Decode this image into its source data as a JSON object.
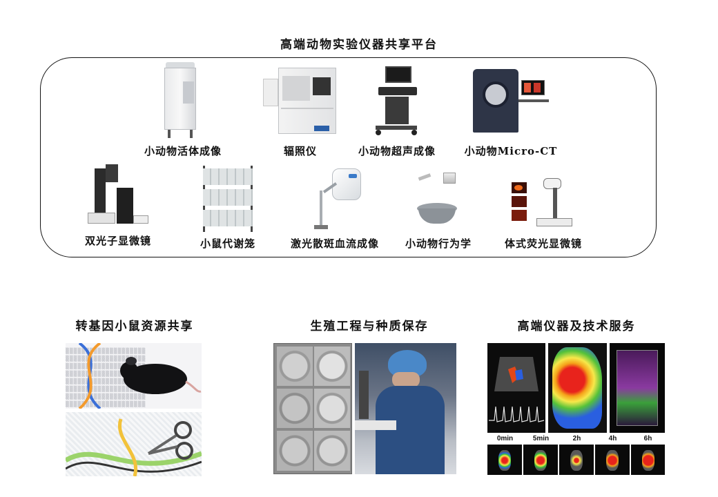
{
  "platform": {
    "title": "高端动物实验仪器共享平台",
    "row1": [
      "小动物活体成像",
      "辐照仪",
      "小动物超声成像",
      "小动物Micro-CT"
    ],
    "row2": [
      "双光子显微镜",
      "小鼠代谢笼",
      "激光散斑血流成像",
      "小动物行为学",
      "体式荧光显微镜"
    ]
  },
  "sections": [
    {
      "title": "转基因小鼠资源共享"
    },
    {
      "title": "生殖工程与种质保存"
    },
    {
      "title": "高端仪器及技术服务"
    }
  ],
  "timepoints": [
    "0min",
    "5min",
    "2h",
    "4h",
    "6h"
  ],
  "colors": {
    "border": "#111111",
    "text": "#111111",
    "dna_blue": "#3a6fd8",
    "dna_orange": "#f39a2c",
    "heat_red": "#e8231c",
    "lab_blue": "#4a88c8"
  }
}
